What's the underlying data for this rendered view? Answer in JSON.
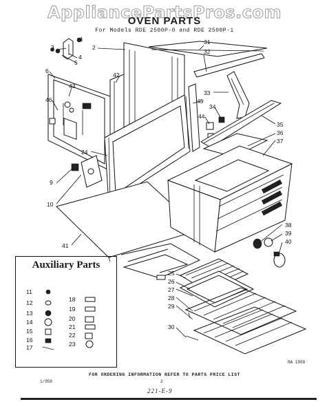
{
  "header": {
    "watermark": "AppliancePartsPros.com",
    "title": "OVEN PARTS",
    "subtitle": "For Models RDE 2500P-0 and RDE 2500P-1"
  },
  "auxiliary": {
    "title": "Auxiliary Parts"
  },
  "callouts": {
    "c1": "1",
    "c2": "2",
    "c3": "3",
    "c4": "4",
    "c5": "5",
    "c6": "6",
    "c9": "9",
    "c10": "10",
    "c24": "24",
    "c25": "25",
    "c26": "26",
    "c27": "27",
    "c28": "28",
    "c29": "29",
    "c30": "30",
    "c31": "31",
    "c32": "32",
    "c33": "33",
    "c34": "34",
    "c35": "35",
    "c36": "36",
    "c37": "37",
    "c38": "38",
    "c39": "39",
    "c40": "40",
    "c41": "41",
    "c42": "42",
    "c43": "43",
    "c44": "44",
    "c45": "45",
    "c46": "46",
    "a11": "11",
    "a12": "12",
    "a13": "13",
    "a14": "14",
    "a15": "15",
    "a16": "16",
    "a17": "17",
    "a18": "18",
    "a19": "19",
    "a20": "20",
    "a21": "21",
    "a22": "22",
    "a23": "23"
  },
  "footer": {
    "ordering_note": "FOR ORDERING INFORMATION REFER TO PARTS PRICE LIST",
    "left_code": "1/958",
    "page_number": "2",
    "doc_code": "221-E-9",
    "ref_code": "RA 1958"
  }
}
